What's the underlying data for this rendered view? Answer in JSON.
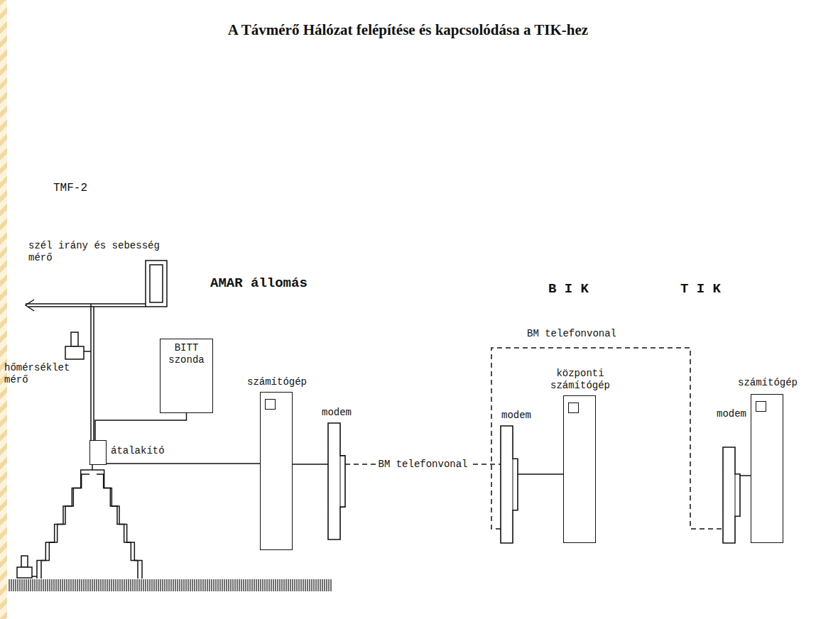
{
  "diagram": {
    "title": "A Távmérő Hálózat felépítése és kapcsolódása a TIK-hez",
    "nodes": [
      {
        "text": [
          "BITT szonda"
        ]
      },
      {
        "text": [
          "átalakító"
        ]
      },
      {
        "text": [
          "számítógép"
        ]
      },
      {
        "text": [
          "modem"
        ]
      },
      {
        "text": [
          "modem"
        ]
      },
      {
        "text": [
          "központi számítógép"
        ]
      },
      {
        "text": [
          "modem"
        ]
      },
      {
        "text": [
          "számítógép"
        ]
      }
    ],
    "edges": [
      {
        "from": 0,
        "to": 1,
        "arrow": "none"
      },
      {
        "from": 1,
        "to": 2,
        "arrow": "none"
      },
      {
        "from": 2,
        "to": 3,
        "arrow": "none"
      },
      {
        "from": 3,
        "to": 4,
        "label": "BM telefonvonal",
        "arrow": "none"
      },
      {
        "from": 4,
        "to": 5,
        "arrow": "none"
      },
      {
        "from": 4,
        "to": 6,
        "label": "BM telefonvonal",
        "arrow": "none"
      },
      {
        "from": 6,
        "to": 7,
        "arrow": "none"
      }
    ],
    "labels": [
      "TMF-2",
      "szél irány és sebesség mérő",
      "hőmérséklet mérő",
      "AMAR állomás",
      "B I K",
      "T I K"
    ]
  }
}
